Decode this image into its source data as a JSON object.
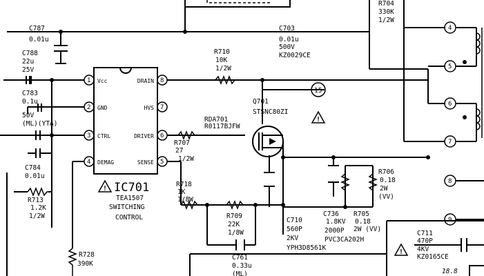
{
  "ic": {
    "ref": "IC701",
    "part": "TEA1507",
    "desc1": "SWITCHING",
    "desc2": "CONTROL",
    "pins": [
      {
        "num": "1",
        "name": "Vcc"
      },
      {
        "num": "2",
        "name": "GND"
      },
      {
        "num": "3",
        "name": "CTRL"
      },
      {
        "num": "4",
        "name": "DEMAG"
      },
      {
        "num": "8",
        "name": "DRAIN"
      },
      {
        "num": "7",
        "name": "HVS"
      },
      {
        "num": "6",
        "name": "DRIVER"
      },
      {
        "num": "5",
        "name": "SENSE"
      }
    ]
  },
  "components": {
    "c787": [
      "C787",
      "0.01u"
    ],
    "c788": [
      "C788",
      "22u",
      "25V"
    ],
    "c783": [
      "C783",
      "0.1u"
    ],
    "c782": [
      "50V",
      "(ML)(YTA)"
    ],
    "c784": [
      "C784",
      "0.01u"
    ],
    "r713": [
      "R713",
      "1.2K",
      "1/2W"
    ],
    "r728": [
      "R728",
      "390K"
    ],
    "c703": [
      "C703",
      "0.01u",
      "500V",
      "KZ0029CE"
    ],
    "r710": [
      "R710",
      "10K",
      "1/2W"
    ],
    "rda701": [
      "RDA701",
      "R0117BJFW"
    ],
    "r707": [
      "R707",
      "27",
      "1/2W"
    ],
    "r718": [
      "R718",
      "1K",
      "1/8W"
    ],
    "r709": [
      "R709",
      "22K",
      "1/8W"
    ],
    "q701": [
      "Q701",
      "STSNC80ZI"
    ],
    "c761": [
      "C761",
      "0.33u",
      "(ML)"
    ],
    "c710": [
      "C710",
      "560P",
      "2KV",
      "YPH3D8561K"
    ],
    "c736": [
      "C736",
      "1.8KV",
      "2000P",
      "PVC3CA202H"
    ],
    "r705": [
      "R705",
      "0.18",
      "2W (VV)"
    ],
    "r706": [
      "R706",
      "0.18",
      "2W",
      "(VV)"
    ],
    "r704": [
      "R704",
      "330K",
      "1/2W"
    ],
    "c711": [
      "C711",
      "470P",
      "4KV",
      "KZ0165CE"
    ],
    "misc": "18.8",
    "node15": "15"
  },
  "transformer_pins": [
    "4",
    "5",
    "6",
    "7",
    "8",
    "9"
  ]
}
